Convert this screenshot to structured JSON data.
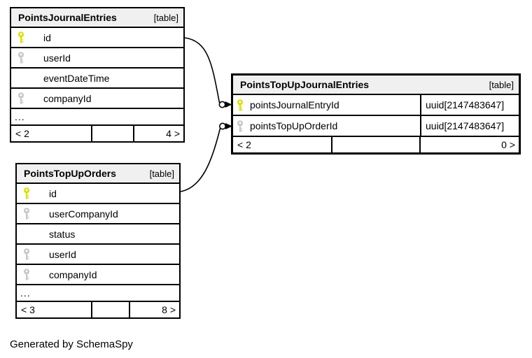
{
  "diagram": {
    "generated_by": "Generated by SchemaSpy",
    "tables": [
      {
        "name": "PointsJournalEntries",
        "kind": "[table]",
        "columns": [
          {
            "key": "primary",
            "name": "id"
          },
          {
            "key": "foreign",
            "name": "userId"
          },
          {
            "key": "none",
            "name": "eventDateTime"
          },
          {
            "key": "foreign",
            "name": "companyId"
          }
        ],
        "ellipsis": "...",
        "footer": {
          "left": "< 2",
          "middle": "",
          "right": "4 >"
        }
      },
      {
        "name": "PointsTopUpJournalEntries",
        "kind": "[table]",
        "columns": [
          {
            "key": "primary",
            "name": "pointsJournalEntryId",
            "type": "uuid[2147483647]"
          },
          {
            "key": "foreign",
            "name": "pointsTopUpOrderId",
            "type": "uuid[2147483647]"
          }
        ],
        "footer": {
          "left": "< 2",
          "middle": "",
          "right": "0 >"
        }
      },
      {
        "name": "PointsTopUpOrders",
        "kind": "[table]",
        "columns": [
          {
            "key": "primary",
            "name": "id"
          },
          {
            "key": "foreign",
            "name": "userCompanyId"
          },
          {
            "key": "none",
            "name": "status"
          },
          {
            "key": "foreign",
            "name": "userId"
          },
          {
            "key": "foreign",
            "name": "companyId"
          }
        ],
        "ellipsis": "...",
        "footer": {
          "left": "< 3",
          "middle": "",
          "right": "8 >"
        }
      }
    ],
    "relationships": [
      {
        "from_table": "PointsJournalEntries",
        "from_column": "id",
        "to_table": "PointsTopUpJournalEntries",
        "to_column": "pointsJournalEntryId"
      },
      {
        "from_table": "PointsTopUpOrders",
        "from_column": "id",
        "to_table": "PointsTopUpJournalEntries",
        "to_column": "pointsTopUpOrderId"
      }
    ],
    "colors": {
      "primary_key": "#dee000",
      "foreign_key": "#c8c8c8",
      "header_bg": "#f0f0f0",
      "border": "#000000"
    }
  }
}
